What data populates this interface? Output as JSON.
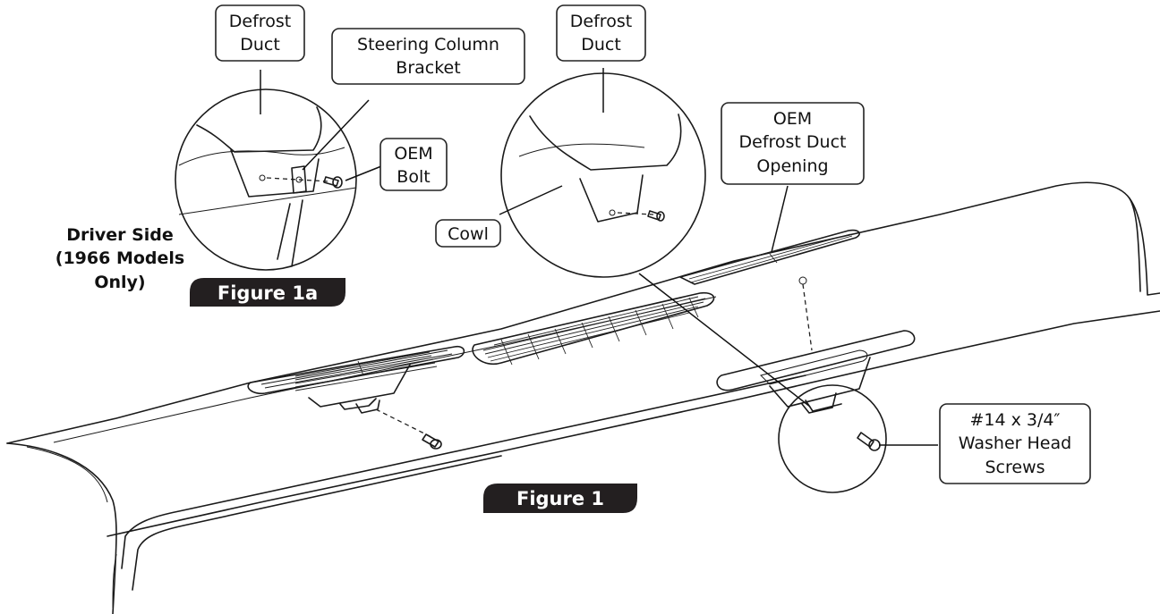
{
  "labels": {
    "defrost_duct_left_l1": "Defrost",
    "defrost_duct_left_l2": "Duct",
    "steering_bracket_l1": "Steering Column",
    "steering_bracket_l2": "Bracket",
    "oem_bolt_l1": "OEM",
    "oem_bolt_l2": "Bolt",
    "driver_side_l1": "Driver Side",
    "driver_side_l2": "(1966 Models",
    "driver_side_l3": "Only)",
    "defrost_duct_mid_l1": "Defrost",
    "defrost_duct_mid_l2": "Duct",
    "cowl": "Cowl",
    "oem_opening_l1": "OEM",
    "oem_opening_l2": "Defrost Duct",
    "oem_opening_l3": "Opening",
    "screws_l1": "#14 x 3/4″",
    "screws_l2": "Washer Head",
    "screws_l3": "Screws"
  },
  "figure_tags": {
    "figure_1a": "Figure 1a",
    "figure_1": "Figure 1"
  },
  "colors": {
    "line": "#1a1a1a",
    "tag_background": "#231f20",
    "tag_text": "#ffffff",
    "background": "#ffffff"
  }
}
